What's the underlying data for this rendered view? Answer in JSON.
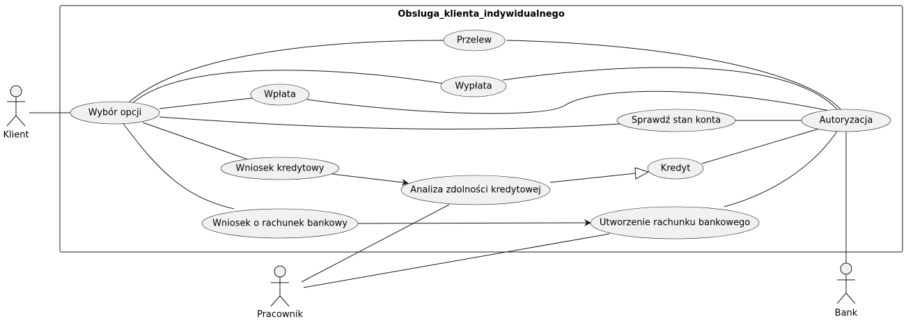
{
  "system": {
    "title": "Obsluga_klienta_indywidualnego"
  },
  "actors": {
    "klient": "Klient",
    "pracownik": "Pracownik",
    "bank": "Bank"
  },
  "use_cases": {
    "wybor_opcji": "Wybór opcji",
    "przelew": "Przelew",
    "wyplata": "Wypłata",
    "wplata": "Wpłata",
    "sprawdz_stan_konta": "Sprawdź stan konta",
    "wniosek_kredytowy": "Wniosek kredytowy",
    "analiza": "Analiza zdolności kredytowej",
    "kredyt": "Kredyt",
    "wniosek_rachunek": "Wniosek o rachunek bankowy",
    "utworzenie_rachunku": "Utworzenie rachunku bankowego",
    "autoryzacja": "Autoryzacja"
  },
  "relations": [
    {
      "from": "Klient",
      "to": "Wybór opcji",
      "type": "association"
    },
    {
      "from": "Wybór opcji",
      "to": "Przelew",
      "type": "association"
    },
    {
      "from": "Wybór opcji",
      "to": "Wypłata",
      "type": "association"
    },
    {
      "from": "Wybór opcji",
      "to": "Wpłata",
      "type": "association"
    },
    {
      "from": "Wybór opcji",
      "to": "Sprawdź stan konta",
      "type": "association"
    },
    {
      "from": "Wybór opcji",
      "to": "Wniosek kredytowy",
      "type": "association"
    },
    {
      "from": "Wybór opcji",
      "to": "Wniosek o rachunek bankowy",
      "type": "association"
    },
    {
      "from": "Przelew",
      "to": "Autoryzacja",
      "type": "association"
    },
    {
      "from": "Wypłata",
      "to": "Autoryzacja",
      "type": "association"
    },
    {
      "from": "Wpłata",
      "to": "Autoryzacja",
      "type": "association"
    },
    {
      "from": "Sprawdź stan konta",
      "to": "Autoryzacja",
      "type": "association"
    },
    {
      "from": "Kredyt",
      "to": "Autoryzacja",
      "type": "association"
    },
    {
      "from": "Utworzenie rachunku bankowego",
      "to": "Autoryzacja",
      "type": "association"
    },
    {
      "from": "Bank",
      "to": "Autoryzacja",
      "type": "association"
    },
    {
      "from": "Wniosek kredytowy",
      "to": "Analiza zdolności kredytowej",
      "type": "directed"
    },
    {
      "from": "Analiza zdolności kredytowej",
      "to": "Kredyt",
      "type": "generalization"
    },
    {
      "from": "Wniosek o rachunek bankowy",
      "to": "Utworzenie rachunku bankowego",
      "type": "directed"
    },
    {
      "from": "Pracownik",
      "to": "Analiza zdolności kredytowej",
      "type": "association"
    },
    {
      "from": "Pracownik",
      "to": "Utworzenie rachunku bankowego",
      "type": "association"
    }
  ],
  "colors": {
    "line": "#181818",
    "use_case_fill": "#f1f1f1",
    "background": "#ffffff"
  }
}
